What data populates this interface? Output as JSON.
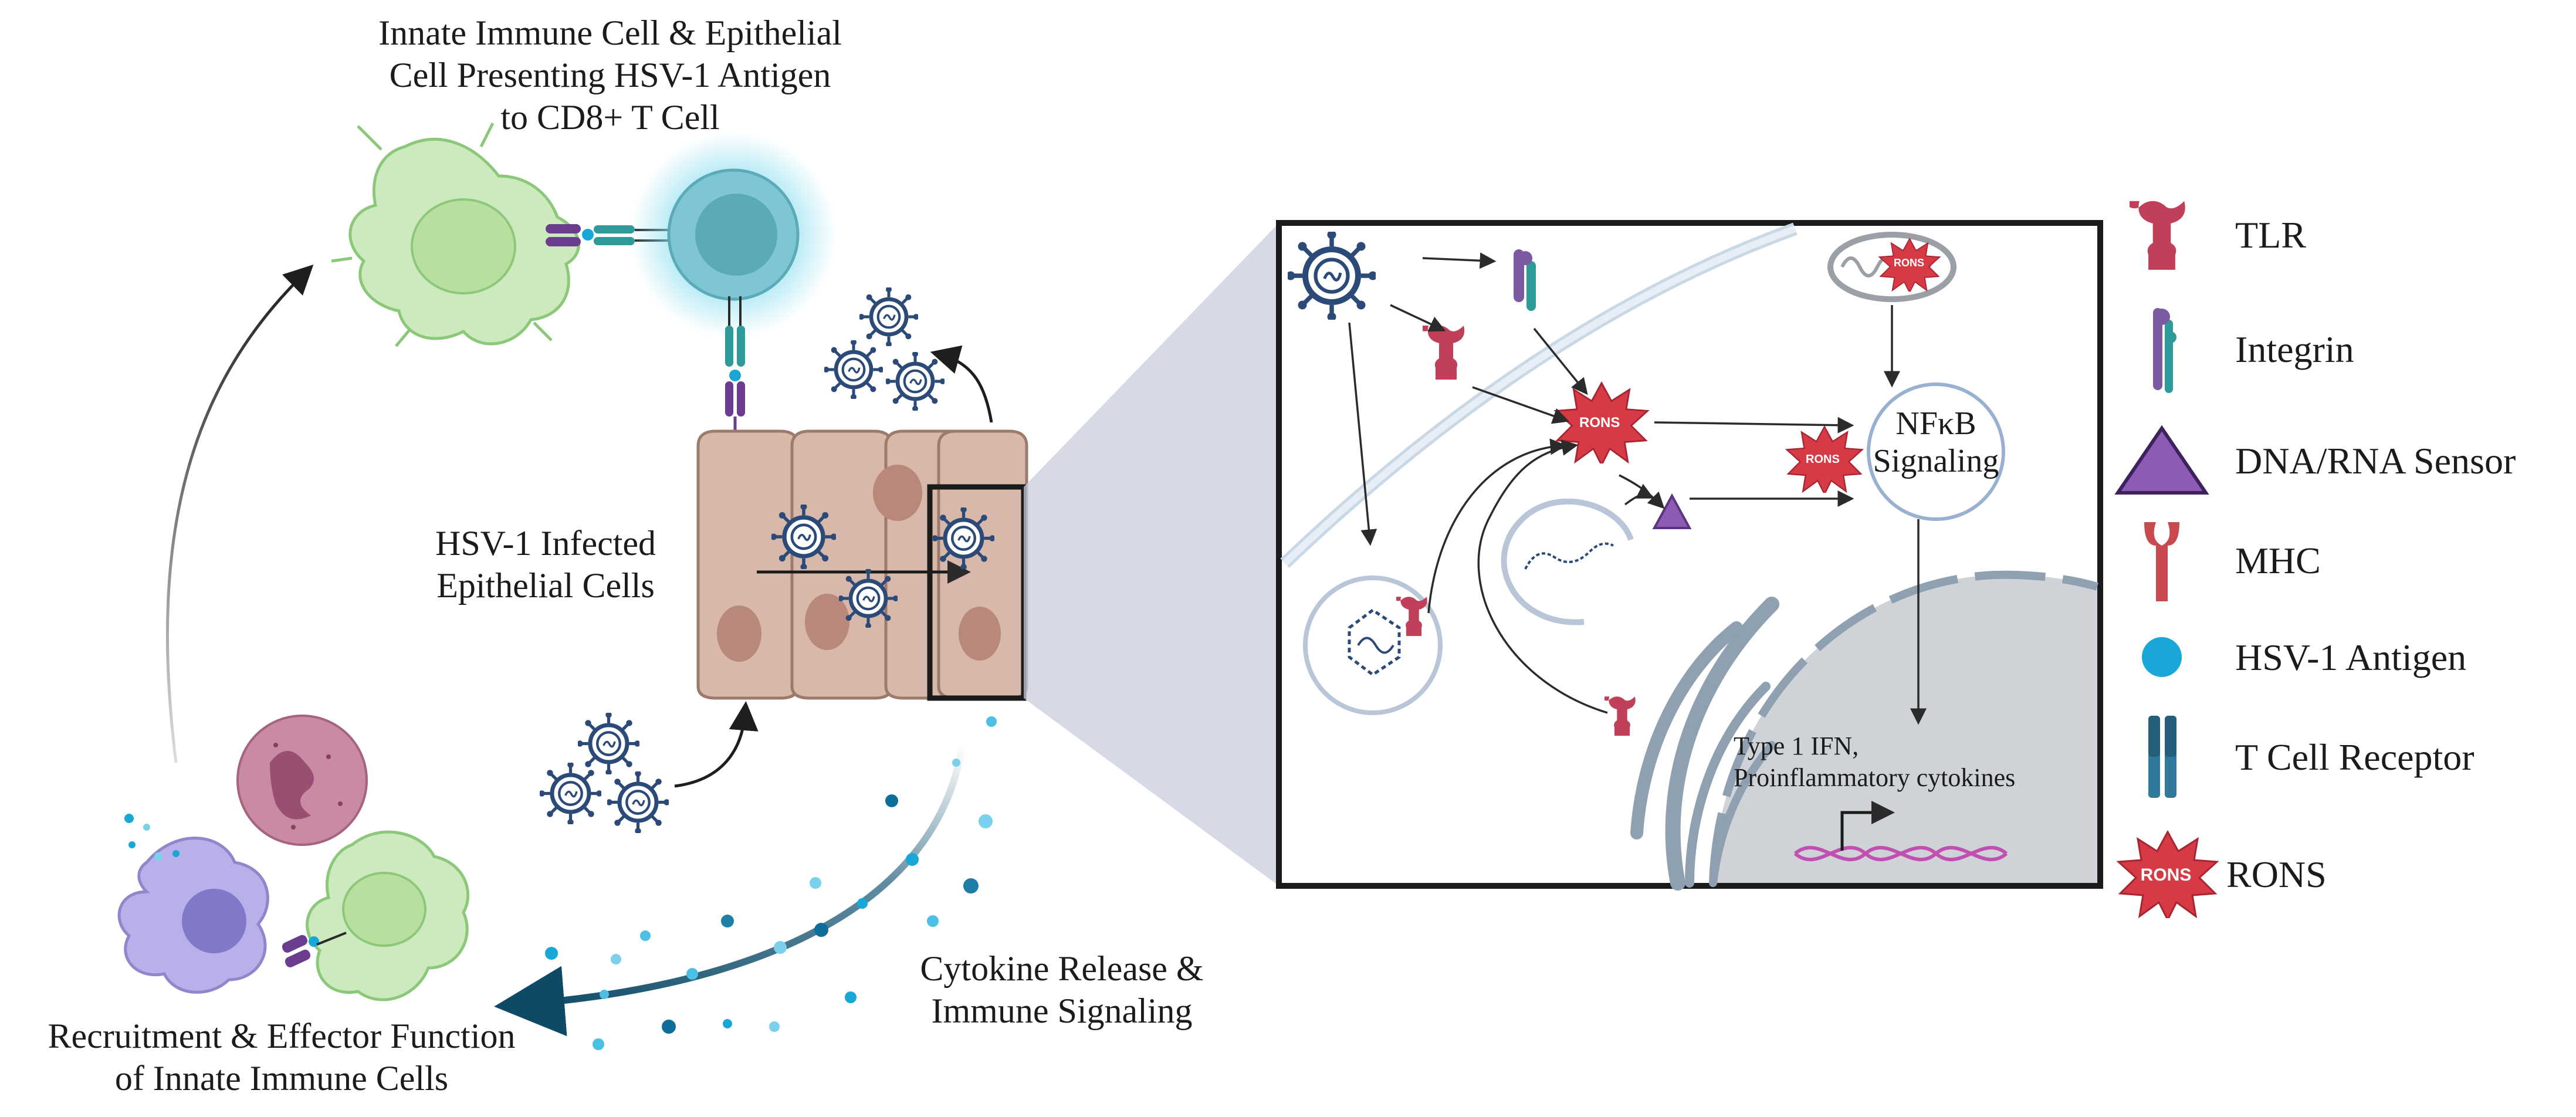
{
  "labels": {
    "presenting_line1": "Innate Immune Cell & Epithelial",
    "presenting_line2": "Cell Presenting HSV-1 Antigen",
    "presenting_line3": "to CD8+ T Cell",
    "infected_line1": "HSV-1 Infected",
    "infected_line2": "Epithelial Cells",
    "recruit_line1": "Recruitment & Effector Function",
    "recruit_line2": "of Innate Immune Cells",
    "cytokine_line1": "Cytokine Release &",
    "cytokine_line2": "Immune Signaling"
  },
  "inset": {
    "nfkb_line1": "NFκB",
    "nfkb_line2": "Signaling",
    "rons_label": "RONS",
    "ifn_line1": "Type 1 IFN,",
    "ifn_line2": "Proinflammatory cytokines"
  },
  "legend": {
    "items": [
      {
        "icon": "tlr-icon",
        "label": "TLR"
      },
      {
        "icon": "integrin-icon",
        "label": "Integrin"
      },
      {
        "icon": "dna-rna-sensor-icon",
        "label": "DNA/RNA Sensor"
      },
      {
        "icon": "mhc-icon",
        "label": "MHC"
      },
      {
        "icon": "hsv1-antigen-icon",
        "label": "HSV-1 Antigen"
      },
      {
        "icon": "t-cell-receptor-icon",
        "label": "T Cell Receptor"
      },
      {
        "icon": "rons-icon",
        "label": "RONS"
      }
    ]
  },
  "colors": {
    "tlr": "#c0405a",
    "integrin": "#7a5aa0",
    "sensor": "#8e5bb4",
    "mhc": "#c84a4e",
    "antigen": "#19a7d8",
    "tcr": "#2f7a9a",
    "rons": "#d63a44",
    "virus": "#2c4a78",
    "epithelial": "#d7b8aa",
    "dendritic": "#cdeabf",
    "tcell": "#7fc6d4",
    "macrophage": "#b8b0e8",
    "neutrophil": "#c98aa4",
    "inset_bg": "#c9cedd",
    "arrow_dark": "#2b2b2b",
    "cytokine_arrow": "#1d5a78"
  }
}
